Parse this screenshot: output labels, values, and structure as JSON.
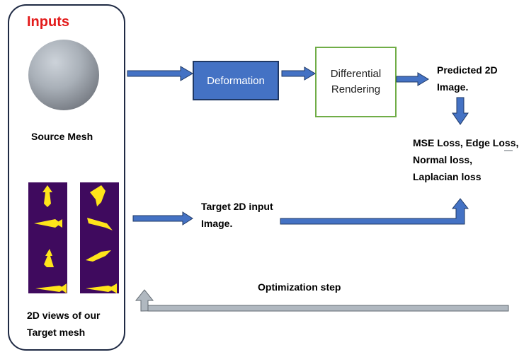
{
  "inputs_panel": {
    "title": "Inputs",
    "source_label": "Source Mesh",
    "views_label": "2D views of our Target mesh"
  },
  "nodes": {
    "deformation": "Deformation",
    "differential_rendering": "Differential Rendering",
    "predicted": "Predicted 2D Image.",
    "loss": "MSE Loss, Edge Loss, Normal loss, Laplacian loss",
    "target": "Target 2D input Image.",
    "optimization": "Optimization step"
  },
  "colors": {
    "accent_title": "#e31b1b",
    "process_box_fill": "#4472c4",
    "render_box_border": "#70ad47",
    "arrow_blue": "#4472c4",
    "arrow_gray": "#b0b8c0",
    "silhouette": "#ffe51a",
    "strip_bg": "#3f0a5e"
  }
}
